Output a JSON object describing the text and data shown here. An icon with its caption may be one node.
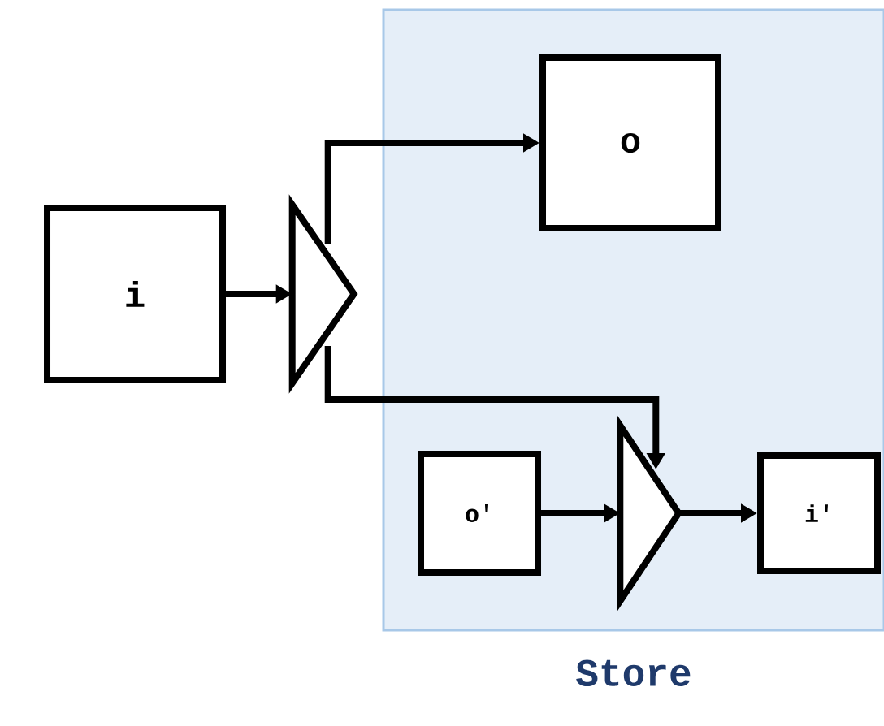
{
  "diagram": {
    "nodes": [
      {
        "text": [
          "Store"
        ]
      },
      {
        "text": [
          "i"
        ]
      },
      {
        "text": [],
        "shape": "triangle"
      },
      {
        "text": [
          "o"
        ],
        "in": 0
      },
      {
        "text": [
          "o′"
        ],
        "in": 0
      },
      {
        "text": [],
        "shape": "triangle",
        "in": 0
      },
      {
        "text": [
          "i′"
        ],
        "in": 0
      }
    ],
    "edges": [
      {
        "from": 1,
        "to": 2,
        "arrow": "to"
      },
      {
        "from": 2,
        "to": 3,
        "arrow": "to"
      },
      {
        "from": 2,
        "to": 5,
        "arrow": "to"
      },
      {
        "from": 4,
        "to": 5,
        "arrow": "to"
      },
      {
        "from": 5,
        "to": 6,
        "arrow": "to"
      }
    ]
  }
}
